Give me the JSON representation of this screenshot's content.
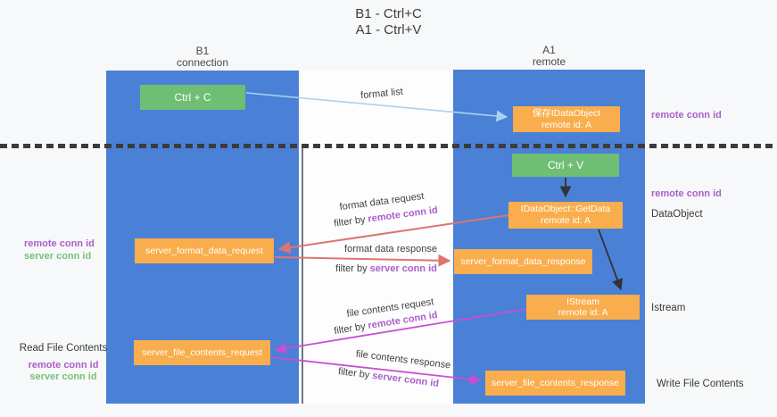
{
  "title": {
    "line1": "B1 - Ctrl+C",
    "line2": "A1 - Ctrl+V"
  },
  "lanes": {
    "left": {
      "name": "B1",
      "role": "connection"
    },
    "right": {
      "name": "A1",
      "role": "remote"
    }
  },
  "boxes": {
    "ctrl_c": "Ctrl + C",
    "ctrl_v": "Ctrl + V",
    "save_dataobject_line1": "保存IDataObject",
    "save_dataobject_line2": "remote id: A",
    "getdata_line1": "IDataObject::GetData",
    "getdata_line2": "remote id: A",
    "istream_line1": "IStream",
    "istream_line2": "remote id: A",
    "format_request": "server_format_data_request",
    "format_response": "server_format_data_response",
    "file_request": "server_file_contents_request",
    "file_response": "server_file_contents_response"
  },
  "side_labels": {
    "remote_conn_id_top": "remote conn id",
    "remote_conn_id_mid": "remote conn id",
    "dataobject": "DataObject",
    "istream": "Istream",
    "write_file_contents": "Write File Contents",
    "read_file_contents": "Read File Contents",
    "left_remote_conn_id": "remote conn id",
    "left_server_conn_id": "server conn id",
    "bottom_remote_conn_id": "remote conn id",
    "bottom_server_conn_id": "server conn id"
  },
  "flow_labels": {
    "format_list": "format list",
    "format_request": "format data request",
    "format_request_filter_prefix": "filter by ",
    "format_request_filter_key": "remote conn id",
    "format_response": "format data response",
    "format_response_filter_prefix": "filter by ",
    "format_response_filter_key": "server conn id",
    "file_request": "file contents request",
    "file_request_filter_prefix": "filter by ",
    "file_request_filter_key": "remote conn id",
    "file_response": "file contents response",
    "file_response_filter_prefix": "filter by ",
    "file_response_filter_key": "server conn id"
  },
  "colors": {
    "lane_blue": "#4a80d6",
    "box_green": "#6fbe74",
    "box_orange": "#f9ad4c",
    "purple_text": "#ab5fc8",
    "green_text": "#74c278",
    "arrow_salmon": "#e0736f",
    "arrow_magenta": "#c84fd2",
    "arrow_lightblue": "#a9d2f0",
    "arrow_black": "#333333"
  }
}
